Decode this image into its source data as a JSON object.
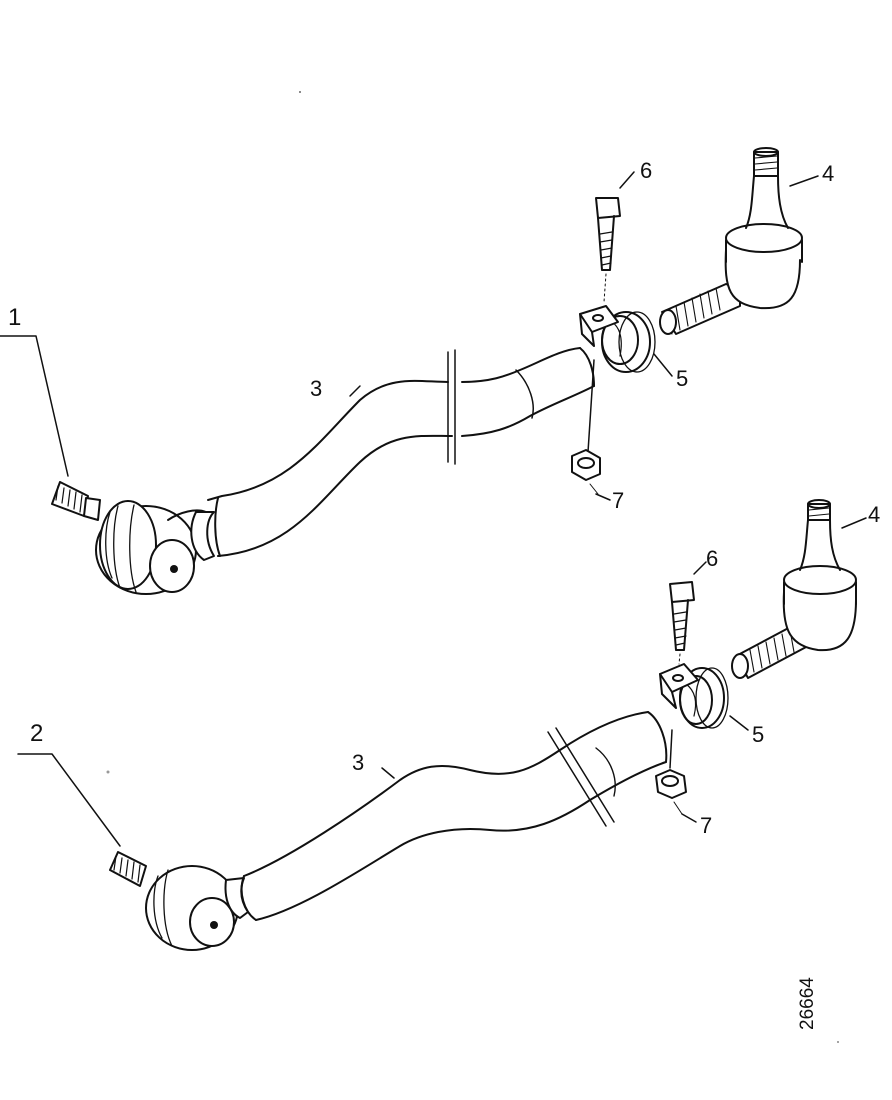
{
  "callouts": {
    "assembly_1": "1",
    "assembly_2": "2",
    "upper": {
      "rod": "3",
      "tie_rod_end": "4",
      "clamp": "5",
      "bolt": "6",
      "nut": "7"
    },
    "lower": {
      "rod": "3",
      "tie_rod_end": "4",
      "clamp": "5",
      "bolt": "6",
      "nut": "7"
    }
  },
  "figure_id": "26664",
  "colors": {
    "ink": "#111111",
    "background": "#ffffff"
  }
}
